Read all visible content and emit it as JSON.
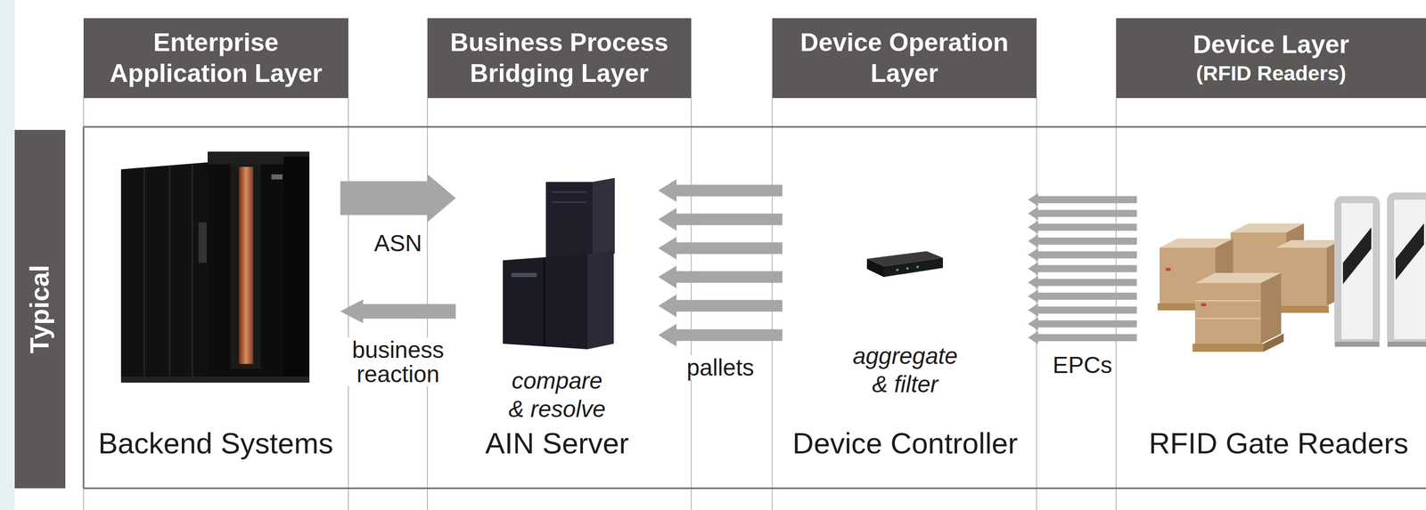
{
  "diagram": {
    "nodes": [
      {
        "text": [
          "Enterprise Application Layer"
        ]
      },
      {
        "text": [
          "Business Process Bridging Layer"
        ]
      },
      {
        "text": [
          "Device Operation Layer"
        ]
      },
      {
        "text": [
          "Device Layer",
          "(RFID Readers)"
        ]
      },
      {
        "text": [
          "Typical"
        ]
      },
      {
        "text": [
          "Backend Systems"
        ]
      },
      {
        "text": [
          "compare & resolve",
          "AIN Server"
        ]
      },
      {
        "text": [
          "aggregate & filter",
          "Device Controller"
        ]
      },
      {
        "text": [
          "RFID Gate Readers"
        ]
      }
    ],
    "edges": [
      {
        "from": 5,
        "to": 6,
        "arrow": "to",
        "label": "ASN"
      },
      {
        "from": 6,
        "to": 5,
        "arrow": "to",
        "label": "business reaction"
      },
      {
        "from": 7,
        "to": 6,
        "arrow": "to",
        "label": "pallets"
      },
      {
        "from": 8,
        "to": 7,
        "arrow": "to",
        "label": "EPCs"
      }
    ]
  }
}
